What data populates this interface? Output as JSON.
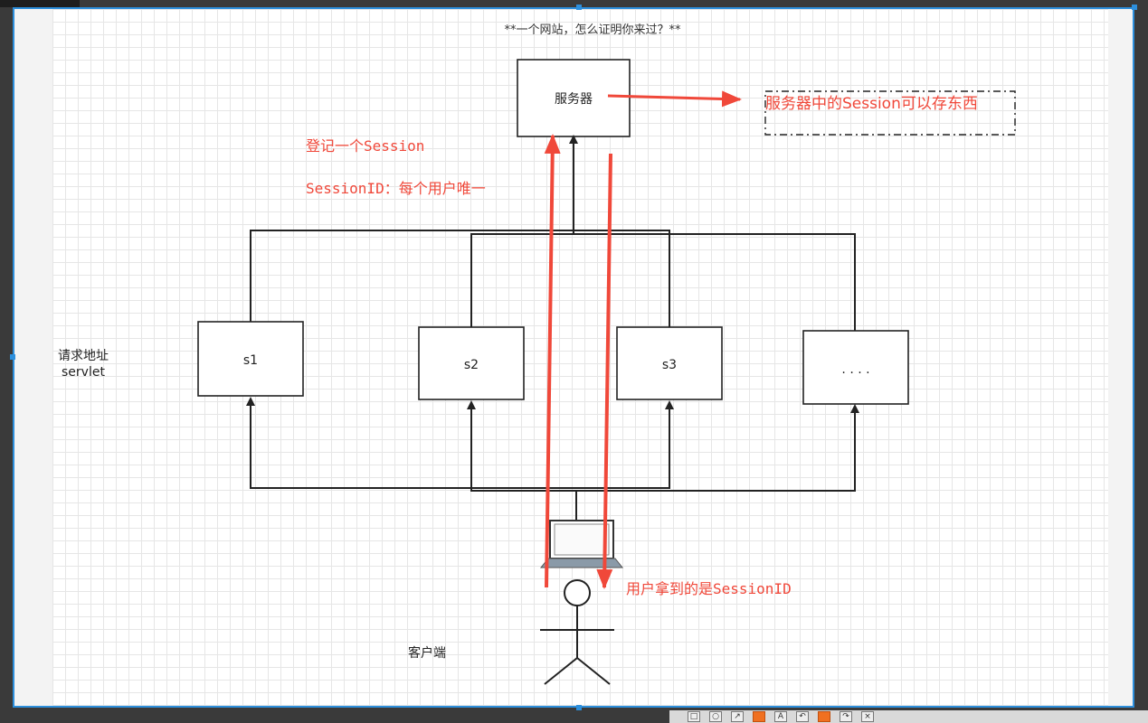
{
  "diagram": {
    "title": "**一个网站，怎么证明你来过？**",
    "server_label": "服务器",
    "server_note": "服务器中的Session可以存东西",
    "register_session": "登记一个Session",
    "session_id_note": "SessionID：每个用户唯一",
    "user_gets": "用户拿到的是SessionID",
    "request_label_line1": "请求地址",
    "request_label_line2": "servlet",
    "servlets": [
      "s1",
      "s2",
      "s3",
      ". . . ."
    ],
    "client_label": "客户端"
  },
  "colors": {
    "accent_red": "#f0483a",
    "line_dark": "#222222",
    "selection_blue": "#2d8fdc"
  },
  "toolbar": {
    "icons": [
      "square-icon",
      "circle-icon",
      "arrow-icon",
      "pen-icon",
      "text-icon",
      "undo-icon",
      "redo-icon",
      "marker-icon",
      "close-icon"
    ]
  }
}
